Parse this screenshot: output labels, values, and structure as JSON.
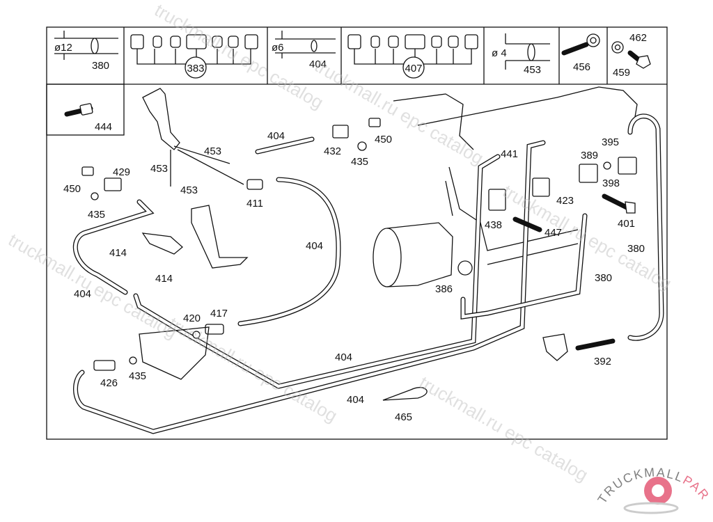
{
  "diagram": {
    "header_cells": {
      "c380": {
        "diameter": "ø12",
        "part": "380"
      },
      "c383": {
        "part": "383"
      },
      "c404": {
        "diameter": "ø6",
        "part": "404"
      },
      "c407": {
        "part": "407"
      },
      "c453": {
        "diameter": "ø 4",
        "part": "453"
      },
      "c456": {
        "part": "456"
      },
      "c459": {
        "part_a": "462",
        "part_b": "459"
      },
      "c444": {
        "part": "444"
      }
    },
    "labels": [
      "453",
      "453",
      "453",
      "404",
      "432",
      "435",
      "450",
      "411",
      "429",
      "450",
      "435",
      "414",
      "414",
      "404",
      "404",
      "420",
      "417",
      "426",
      "435",
      "404",
      "404",
      "465",
      "441",
      "389",
      "395",
      "398",
      "423",
      "438",
      "447",
      "401",
      "380",
      "380",
      "386",
      "392"
    ]
  },
  "watermark": {
    "text": "truckmall.ru epc catalog"
  },
  "logo": {
    "text_a": "TRUCKMALL",
    "text_b": "PARTS",
    "gray": "#808080",
    "pink": "#e8728a"
  }
}
